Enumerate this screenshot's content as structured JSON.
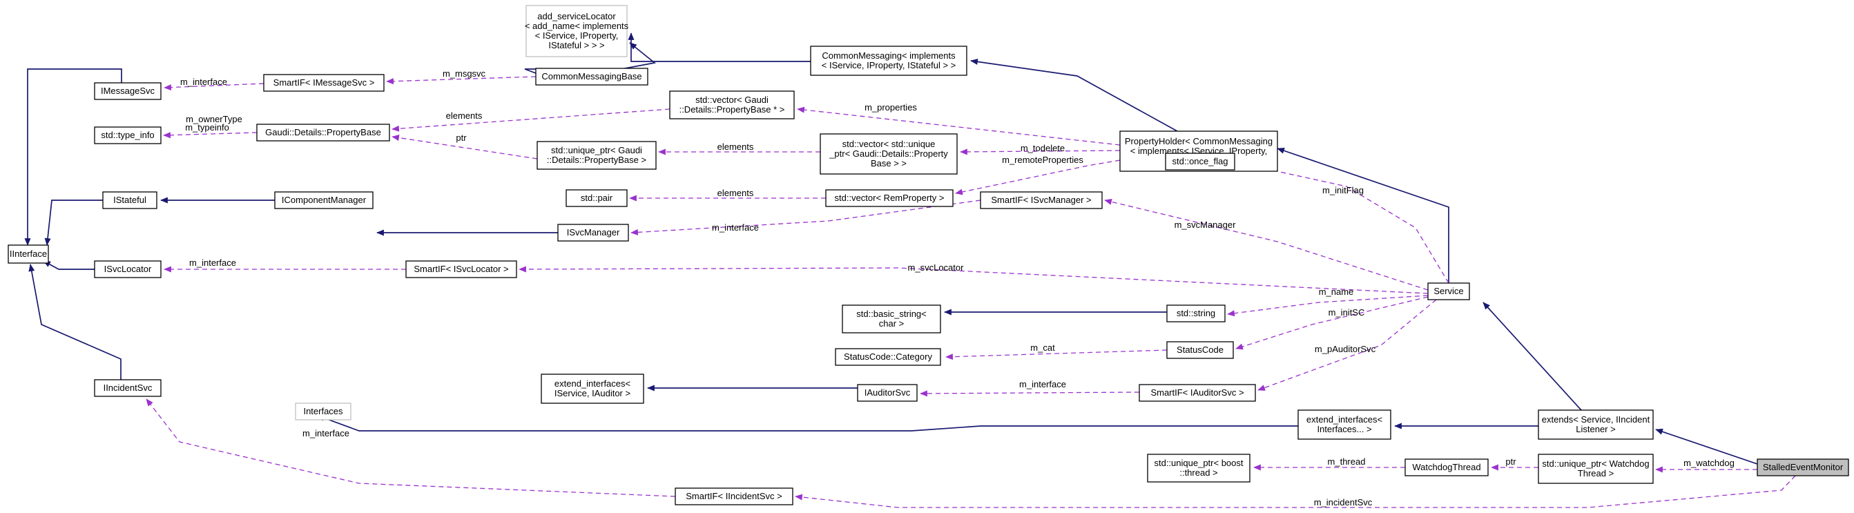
{
  "nodes": [
    {
      "id": "IInterface",
      "lines": [
        "IInterface"
      ]
    },
    {
      "id": "IMessageSvc",
      "lines": [
        "IMessageSvc"
      ]
    },
    {
      "id": "type_info",
      "lines": [
        "std::type_info"
      ]
    },
    {
      "id": "IStateful",
      "lines": [
        "IStateful"
      ]
    },
    {
      "id": "ISvcLocator",
      "lines": [
        "ISvcLocator"
      ]
    },
    {
      "id": "IIncidentSvc",
      "lines": [
        "IIncidentSvc"
      ]
    },
    {
      "id": "Interfaces",
      "lines": [
        "Interfaces"
      ]
    },
    {
      "id": "add_serviceLocator",
      "lines": [
        "add_serviceLocator",
        "< add_name< implements",
        "< IService, IProperty,",
        "IStateful > > >"
      ]
    },
    {
      "id": "SmartIF_IMessageSvc",
      "lines": [
        "SmartIF< IMessageSvc >"
      ]
    },
    {
      "id": "PropertyBase",
      "lines": [
        "Gaudi::Details::PropertyBase"
      ]
    },
    {
      "id": "IComponentManager",
      "lines": [
        "IComponentManager"
      ]
    },
    {
      "id": "SmartIF_ISvcLocator",
      "lines": [
        "SmartIF< ISvcLocator >"
      ]
    },
    {
      "id": "extend_interfaces_IService",
      "lines": [
        "extend_interfaces<",
        "IService, IAuditor >"
      ]
    },
    {
      "id": "SmartIF_IIncidentSvc",
      "lines": [
        "SmartIF< IIncidentSvc >"
      ]
    },
    {
      "id": "CommonMessagingBase",
      "lines": [
        "CommonMessagingBase"
      ]
    },
    {
      "id": "vector_PropertyBase",
      "lines": [
        "std::vector< Gaudi",
        "::Details::PropertyBase * >"
      ]
    },
    {
      "id": "unique_ptr_PropertyBase",
      "lines": [
        "std::unique_ptr< Gaudi",
        "::Details::PropertyBase >"
      ]
    },
    {
      "id": "pair",
      "lines": [
        "std::pair"
      ]
    },
    {
      "id": "ISvcManager",
      "lines": [
        "ISvcManager"
      ]
    },
    {
      "id": "basic_string",
      "lines": [
        "std::basic_string<",
        "char >"
      ]
    },
    {
      "id": "StatusCodeCategory",
      "lines": [
        "StatusCode::Category"
      ]
    },
    {
      "id": "IAuditorSvc",
      "lines": [
        "IAuditorSvc"
      ]
    },
    {
      "id": "CommonMessaging",
      "lines": [
        "CommonMessaging< implements",
        "< IService, IProperty, IStateful > >"
      ]
    },
    {
      "id": "vector_unique_ptr",
      "lines": [
        "std::vector< std::unique",
        "_ptr< Gaudi::Details::Property",
        "Base > >"
      ]
    },
    {
      "id": "vector_RemProperty",
      "lines": [
        "std::vector< RemProperty >"
      ]
    },
    {
      "id": "SmartIF_ISvcManager",
      "lines": [
        "SmartIF< ISvcManager >"
      ]
    },
    {
      "id": "string",
      "lines": [
        "std::string"
      ]
    },
    {
      "id": "StatusCode",
      "lines": [
        "StatusCode"
      ]
    },
    {
      "id": "SmartIF_IAuditorSvc",
      "lines": [
        "SmartIF< IAuditorSvc >"
      ]
    },
    {
      "id": "PropertyHolder",
      "lines": [
        "PropertyHolder< CommonMessaging",
        "< implements< IService, IProperty,",
        "IStateful > > >"
      ]
    },
    {
      "id": "once_flag",
      "lines": [
        "std::once_flag"
      ]
    },
    {
      "id": "extend_interfaces_Interfaces",
      "lines": [
        "extend_interfaces<",
        "Interfaces... >"
      ]
    },
    {
      "id": "unique_ptr_boost_thread",
      "lines": [
        "std::unique_ptr< boost",
        "::thread >"
      ]
    },
    {
      "id": "WatchdogThread",
      "lines": [
        "WatchdogThread"
      ]
    },
    {
      "id": "Service",
      "lines": [
        "Service"
      ]
    },
    {
      "id": "extends_Service",
      "lines": [
        "extends< Service, IIncident",
        "Listener >"
      ]
    },
    {
      "id": "unique_ptr_WatchdogThread",
      "lines": [
        "std::unique_ptr< Watchdog",
        "Thread >"
      ]
    },
    {
      "id": "StalledEventMonitor",
      "lines": [
        "StalledEventMonitor"
      ]
    }
  ],
  "edge_labels": [
    {
      "id": "m_interface_msg",
      "text": "m_interface"
    },
    {
      "id": "m_msgsvc",
      "text": "m_msgsvc"
    },
    {
      "id": "m_ownerType",
      "text": "m_ownerType"
    },
    {
      "id": "m_typeinfo",
      "text": "m_typeinfo"
    },
    {
      "id": "elements_vpb",
      "text": "elements"
    },
    {
      "id": "ptr_upb",
      "text": "ptr"
    },
    {
      "id": "elements_vup",
      "text": "elements"
    },
    {
      "id": "elements_pair",
      "text": "elements"
    },
    {
      "id": "m_properties",
      "text": "m_properties"
    },
    {
      "id": "m_todelete",
      "text": "m_todelete"
    },
    {
      "id": "m_remoteProperties",
      "text": "m_remoteProperties"
    },
    {
      "id": "m_initFlag",
      "text": "m_initFlag"
    },
    {
      "id": "m_interface_svcmgr",
      "text": "m_interface"
    },
    {
      "id": "m_svcManager",
      "text": "m_svcManager"
    },
    {
      "id": "m_interface_svcloc",
      "text": "m_interface"
    },
    {
      "id": "m_svcLocator",
      "text": "m_svcLocator"
    },
    {
      "id": "m_name",
      "text": "m_name"
    },
    {
      "id": "m_initSC",
      "text": "m_initSC"
    },
    {
      "id": "m_cat",
      "text": "m_cat"
    },
    {
      "id": "m_pAuditorSvc",
      "text": "m_pAuditorSvc"
    },
    {
      "id": "m_interface_aud",
      "text": "m_interface"
    },
    {
      "id": "m_interface_inc",
      "text": "m_interface"
    },
    {
      "id": "m_thread",
      "text": "m_thread"
    },
    {
      "id": "ptr_wd",
      "text": "ptr"
    },
    {
      "id": "m_watchdog",
      "text": "m_watchdog"
    },
    {
      "id": "m_incidentSvc",
      "text": "m_incidentSvc"
    }
  ]
}
